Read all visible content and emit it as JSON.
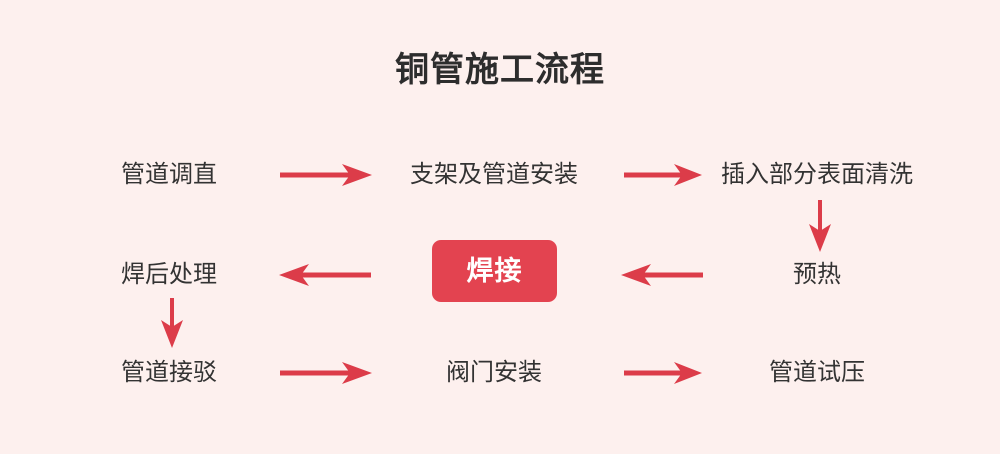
{
  "title": "铜管施工流程",
  "theme": {
    "background": "#fdf0ee",
    "accent": "#e34350",
    "arrow": "#dc3c49",
    "text": "#333333",
    "title_text": "#2d2d2d",
    "highlight_text": "#ffffff"
  },
  "chart_data": {
    "type": "diagram",
    "title": "铜管施工流程",
    "layout": "serpentine-3x3",
    "nodes": [
      {
        "id": "n1",
        "label": "管道调直",
        "row": 1,
        "col": 1,
        "highlight": false
      },
      {
        "id": "n2",
        "label": "支架及管道安装",
        "row": 1,
        "col": 2,
        "highlight": false
      },
      {
        "id": "n3",
        "label": "插入部分表面清洗",
        "row": 1,
        "col": 3,
        "highlight": false
      },
      {
        "id": "n4",
        "label": "预热",
        "row": 2,
        "col": 3,
        "highlight": false
      },
      {
        "id": "n5",
        "label": "焊接",
        "row": 2,
        "col": 2,
        "highlight": true
      },
      {
        "id": "n6",
        "label": "焊后处理",
        "row": 2,
        "col": 1,
        "highlight": false
      },
      {
        "id": "n7",
        "label": "管道接驳",
        "row": 3,
        "col": 1,
        "highlight": false
      },
      {
        "id": "n8",
        "label": "阀门安装",
        "row": 3,
        "col": 2,
        "highlight": false
      },
      {
        "id": "n9",
        "label": "管道试压",
        "row": 3,
        "col": 3,
        "highlight": false
      }
    ],
    "edges": [
      {
        "from": "n1",
        "to": "n2",
        "direction": "right"
      },
      {
        "from": "n2",
        "to": "n3",
        "direction": "right"
      },
      {
        "from": "n3",
        "to": "n4",
        "direction": "down"
      },
      {
        "from": "n4",
        "to": "n5",
        "direction": "left"
      },
      {
        "from": "n5",
        "to": "n6",
        "direction": "left"
      },
      {
        "from": "n6",
        "to": "n7",
        "direction": "down"
      },
      {
        "from": "n7",
        "to": "n8",
        "direction": "right"
      },
      {
        "from": "n8",
        "to": "n9",
        "direction": "right"
      }
    ]
  },
  "nodes": {
    "n1": "管道调直",
    "n2": "支架及管道安装",
    "n3": "插入部分表面清洗",
    "n4": "预热",
    "n5": "焊接",
    "n6": "焊后处理",
    "n7": "管道接驳",
    "n8": "阀门安装",
    "n9": "管道试压"
  }
}
